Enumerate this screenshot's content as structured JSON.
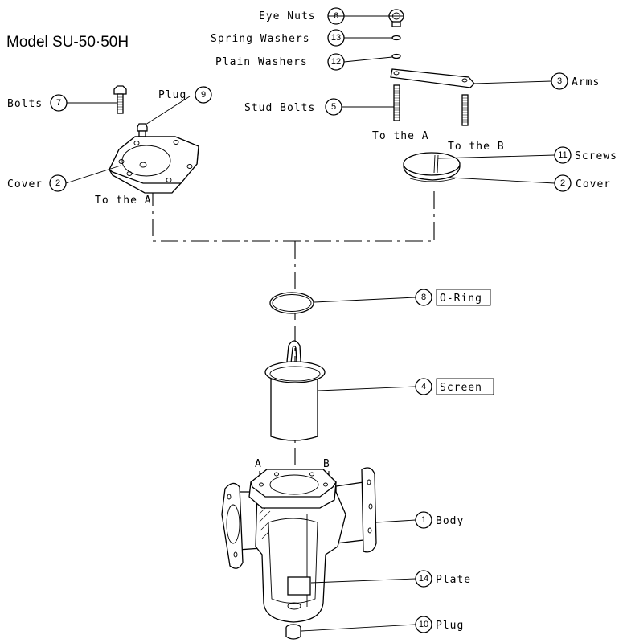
{
  "title": "Model SU-50·50H",
  "callouts": [
    {
      "id": "eye-nuts",
      "num": "6",
      "label": "Eye Nuts"
    },
    {
      "id": "spring-washers",
      "num": "13",
      "label": "Spring Washers"
    },
    {
      "id": "plain-washers",
      "num": "12",
      "label": "Plain Washers"
    },
    {
      "id": "arms",
      "num": "3",
      "label": "Arms"
    },
    {
      "id": "stud-bolts",
      "num": "5",
      "label": "Stud Bolts"
    },
    {
      "id": "screws",
      "num": "11",
      "label": "Screws"
    },
    {
      "id": "cover-right",
      "num": "2",
      "label": "Cover"
    },
    {
      "id": "bolts",
      "num": "7",
      "label": "Bolts"
    },
    {
      "id": "plug-top",
      "num": "9",
      "label": "Plug"
    },
    {
      "id": "cover-left",
      "num": "2",
      "label": "Cover"
    },
    {
      "id": "o-ring",
      "num": "8",
      "label": "O-Ring"
    },
    {
      "id": "screen",
      "num": "4",
      "label": "Screen"
    },
    {
      "id": "body",
      "num": "1",
      "label": "Body"
    },
    {
      "id": "plate",
      "num": "14",
      "label": "Plate"
    },
    {
      "id": "plug-bottom",
      "num": "10",
      "label": "Plug"
    }
  ],
  "notes": {
    "to_the_a_studs": "To the A",
    "to_the_b": "To the B",
    "to_the_a_cover": "To the A",
    "marker_a": "A",
    "marker_b": "B"
  }
}
